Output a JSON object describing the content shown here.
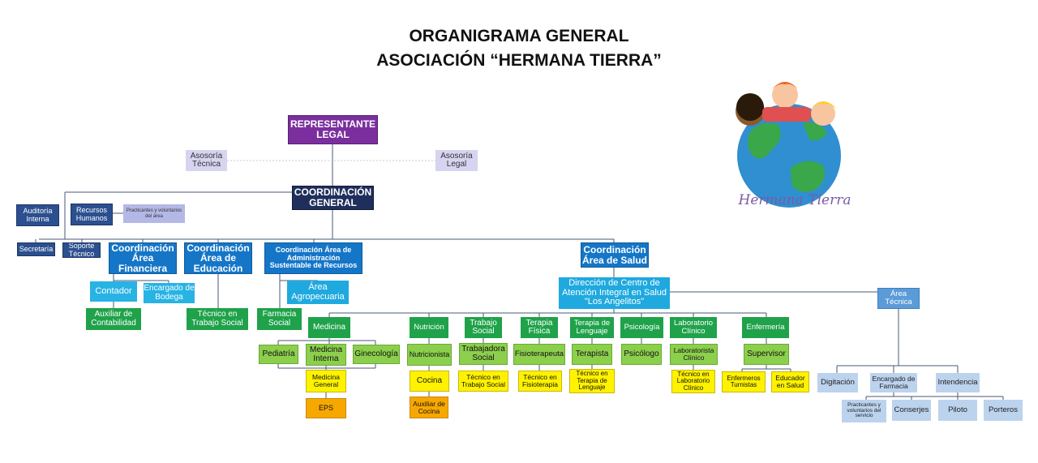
{
  "title": {
    "line1": "ORGANIGRAMA GENERAL",
    "line2": "ASOCIACIÓN “HERMANA TIERRA”"
  },
  "logo": {
    "text": "Hermana Tierra",
    "icon": "earth-children-logo"
  },
  "top": {
    "representante": "REPRESENTANTE LEGAL",
    "asesoria_tecnica": "Asosoría Técnica",
    "asesoria_legal": "Asosoría Legal",
    "coordinacion_general": "COORDINACIÓN GENERAL"
  },
  "staff": {
    "auditoria": "Auditoría Interna",
    "recursos": "Recursos Humanos",
    "practicantes": "Practicantes y voluntarios del área",
    "secretaria": "Secretaría",
    "soporte": "Soporte Técnico"
  },
  "financiera": {
    "head": "Coordinación Área Financiera",
    "contador": "Contador",
    "bodega": "Encargado de Bodega",
    "auxiliar": "Auxiliar de Contabilidad"
  },
  "educacion": {
    "head": "Coordinación Área de Educación",
    "tecnico": "Técnico en Trabajo Social"
  },
  "administracion": {
    "head": "Coordinación Área de Administración Sustentable de Recursos",
    "agropecuaria": "Área Agropecuaria",
    "farmacia": "Farmacia Social"
  },
  "salud": {
    "head": "Coordinación Área de Salud",
    "direccion": "Dirección de Centro de Atención Integral en Salud \"Los Angelitos\"",
    "medicina": "Medicina",
    "pediatria": "Pediatría",
    "medicina_interna": "Medicina Interna",
    "ginecologia": "Ginecología",
    "medicina_general": "Medicina General",
    "eps": "EPS",
    "nutricion": "Nutrición",
    "nutricionista": "Nutricionista",
    "cocina": "Cocina",
    "auxiliar_cocina": "Auxiliar de Cocina",
    "trabajo_social": "Trabajo Social",
    "trabajadora_social": "Trabajadora Social",
    "tecnico_trabajo_social": "Técnico en Trabajo Social",
    "terapia_fisica": "Terapia Física",
    "fisioterapeuta": "Fisioterapeuta",
    "tecnico_fisioterapia": "Técnico en Fisioterapia",
    "terapia_lenguaje": "Terapia de Lenguaje",
    "terapista": "Terapista",
    "tecnico_terapia_lenguaje": "Técnico en Terapia de Lenguaje",
    "psicologia": "Psicología",
    "psicologo": "Psicólogo",
    "laboratorio": "Laboratorio Clínico",
    "laboratorista": "Laboratorista Clínico",
    "tecnico_laboratorio": "Técnico en Laboratorio Clínico",
    "enfermeria": "Enfermería",
    "supervisor": "Supervisor",
    "enfermeros": "Enfermeros Turnistas",
    "educador": "Educador en Salud"
  },
  "tecnica": {
    "head": "Área Técnica",
    "digitacion": "Digitación",
    "farmacia": "Encargado de Farmacia",
    "intendencia": "Intendencia",
    "practicantes": "Practicantes y voluntarios del servicio",
    "conserjes": "Conserjes",
    "piloto": "Piloto",
    "porteros": "Porteros"
  }
}
